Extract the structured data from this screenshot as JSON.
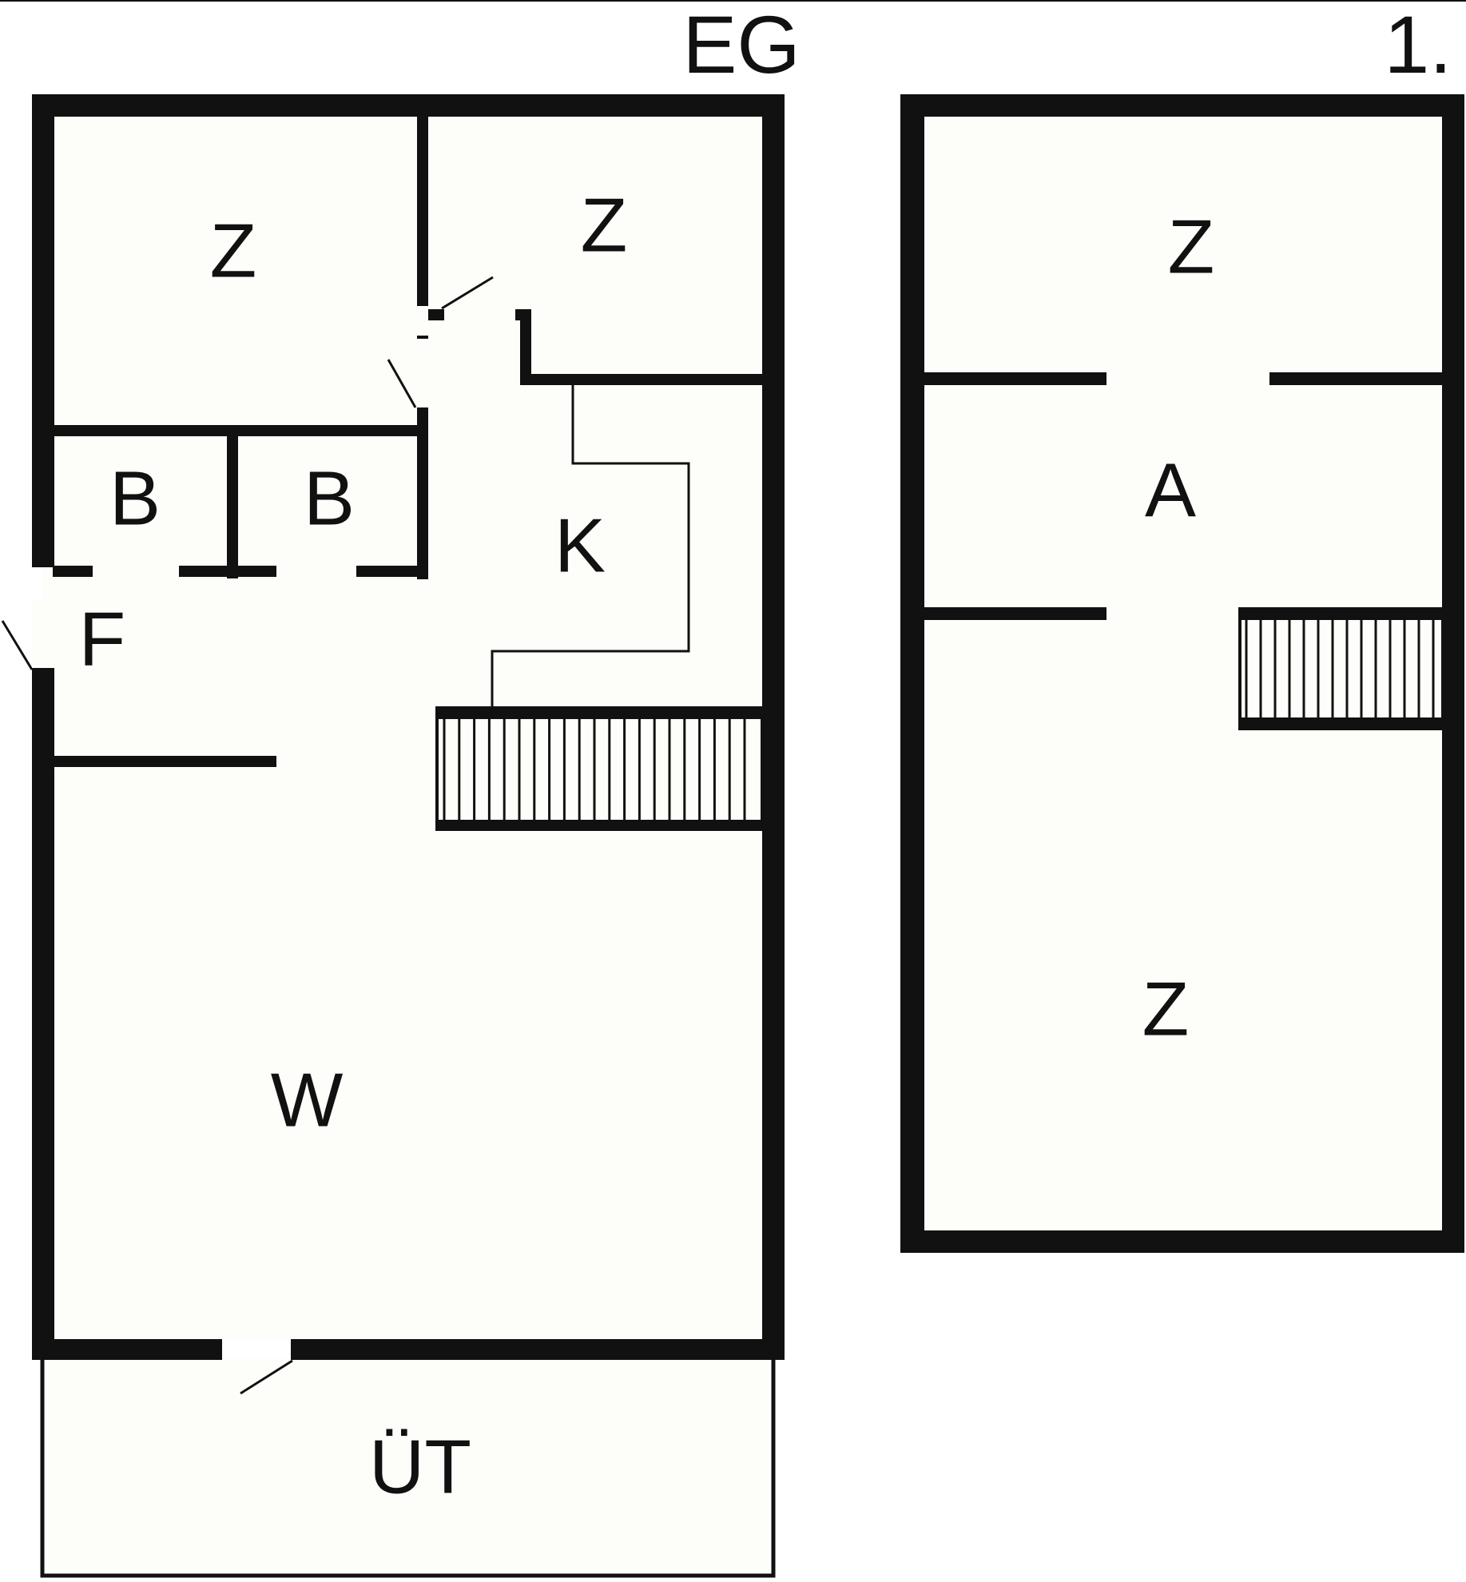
{
  "floors": {
    "ground": {
      "title": "EG",
      "rooms": {
        "z1": "Z",
        "z2": "Z",
        "b1": "B",
        "b2": "B",
        "k": "K",
        "f": "F",
        "w": "W",
        "ut": "ÜT"
      }
    },
    "upper": {
      "title": "1.",
      "rooms": {
        "z_top": "Z",
        "a": "A",
        "z_bottom": "Z"
      }
    }
  },
  "colors": {
    "wall": "#111111",
    "floor_fill": "#fdfdf9",
    "background": "#ffffff"
  }
}
